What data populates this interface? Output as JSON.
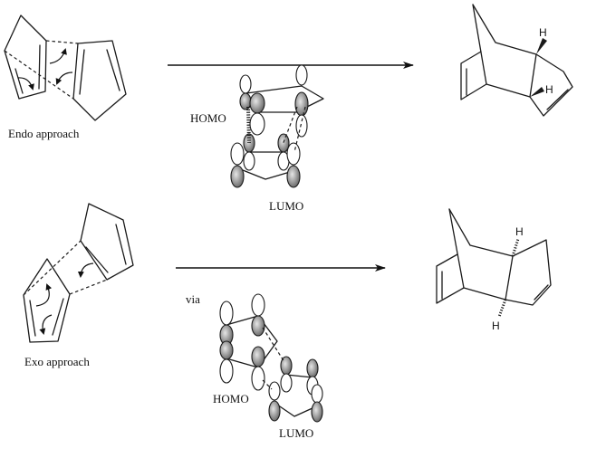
{
  "labels": {
    "endo_approach": "Endo approach",
    "exo_approach": "Exo approach",
    "endo_homo": "HOMO",
    "endo_lumo": "LUMO",
    "exo_via": "via",
    "exo_homo": "HOMO",
    "exo_lumo": "LUMO"
  },
  "products": {
    "endo_h_top": "H",
    "endo_h_bottom": "H",
    "exo_h_top": "H",
    "exo_h_bottom": "H"
  },
  "colors": {
    "ink": "#1a1a1a",
    "lobe_shade_dark": "#5a5a5a",
    "lobe_shade_light": "#e6e6e6"
  }
}
